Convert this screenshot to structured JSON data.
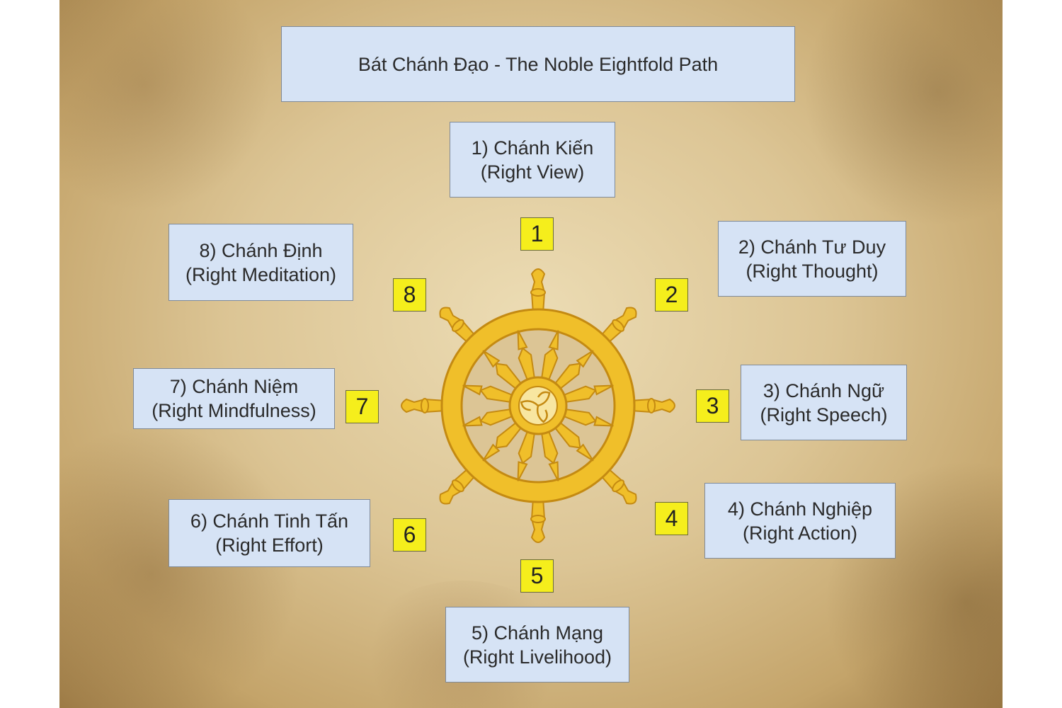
{
  "title": "Bát Chánh Đạo - The Noble Eightfold Path",
  "colors": {
    "box_fill": "#d6e3f5",
    "number_fill": "#f5ee1c",
    "wheel_gold": "#f0bf2a",
    "wheel_outline": "#c48a12"
  },
  "wheel_icon": "dharma-wheel-icon",
  "path": [
    {
      "number": "1",
      "line1": "1) Chánh Kiến",
      "line2": "(Right View)"
    },
    {
      "number": "2",
      "line1": "2) Chánh Tư Duy",
      "line2": "(Right Thought)"
    },
    {
      "number": "3",
      "line1": "3) Chánh Ngữ",
      "line2": "(Right Speech)"
    },
    {
      "number": "4",
      "line1": "4) Chánh Nghiệp",
      "line2": "(Right Action)"
    },
    {
      "number": "5",
      "line1": "5) Chánh Mạng",
      "line2": "(Right Livelihood)"
    },
    {
      "number": "6",
      "line1": "6) Chánh Tinh Tấn",
      "line2": "(Right Effort)"
    },
    {
      "number": "7",
      "line1": "7) Chánh Niệm",
      "line2": "(Right Mindfulness)"
    },
    {
      "number": "8",
      "line1": "8) Chánh Định",
      "line2": "(Right Meditation)"
    }
  ]
}
